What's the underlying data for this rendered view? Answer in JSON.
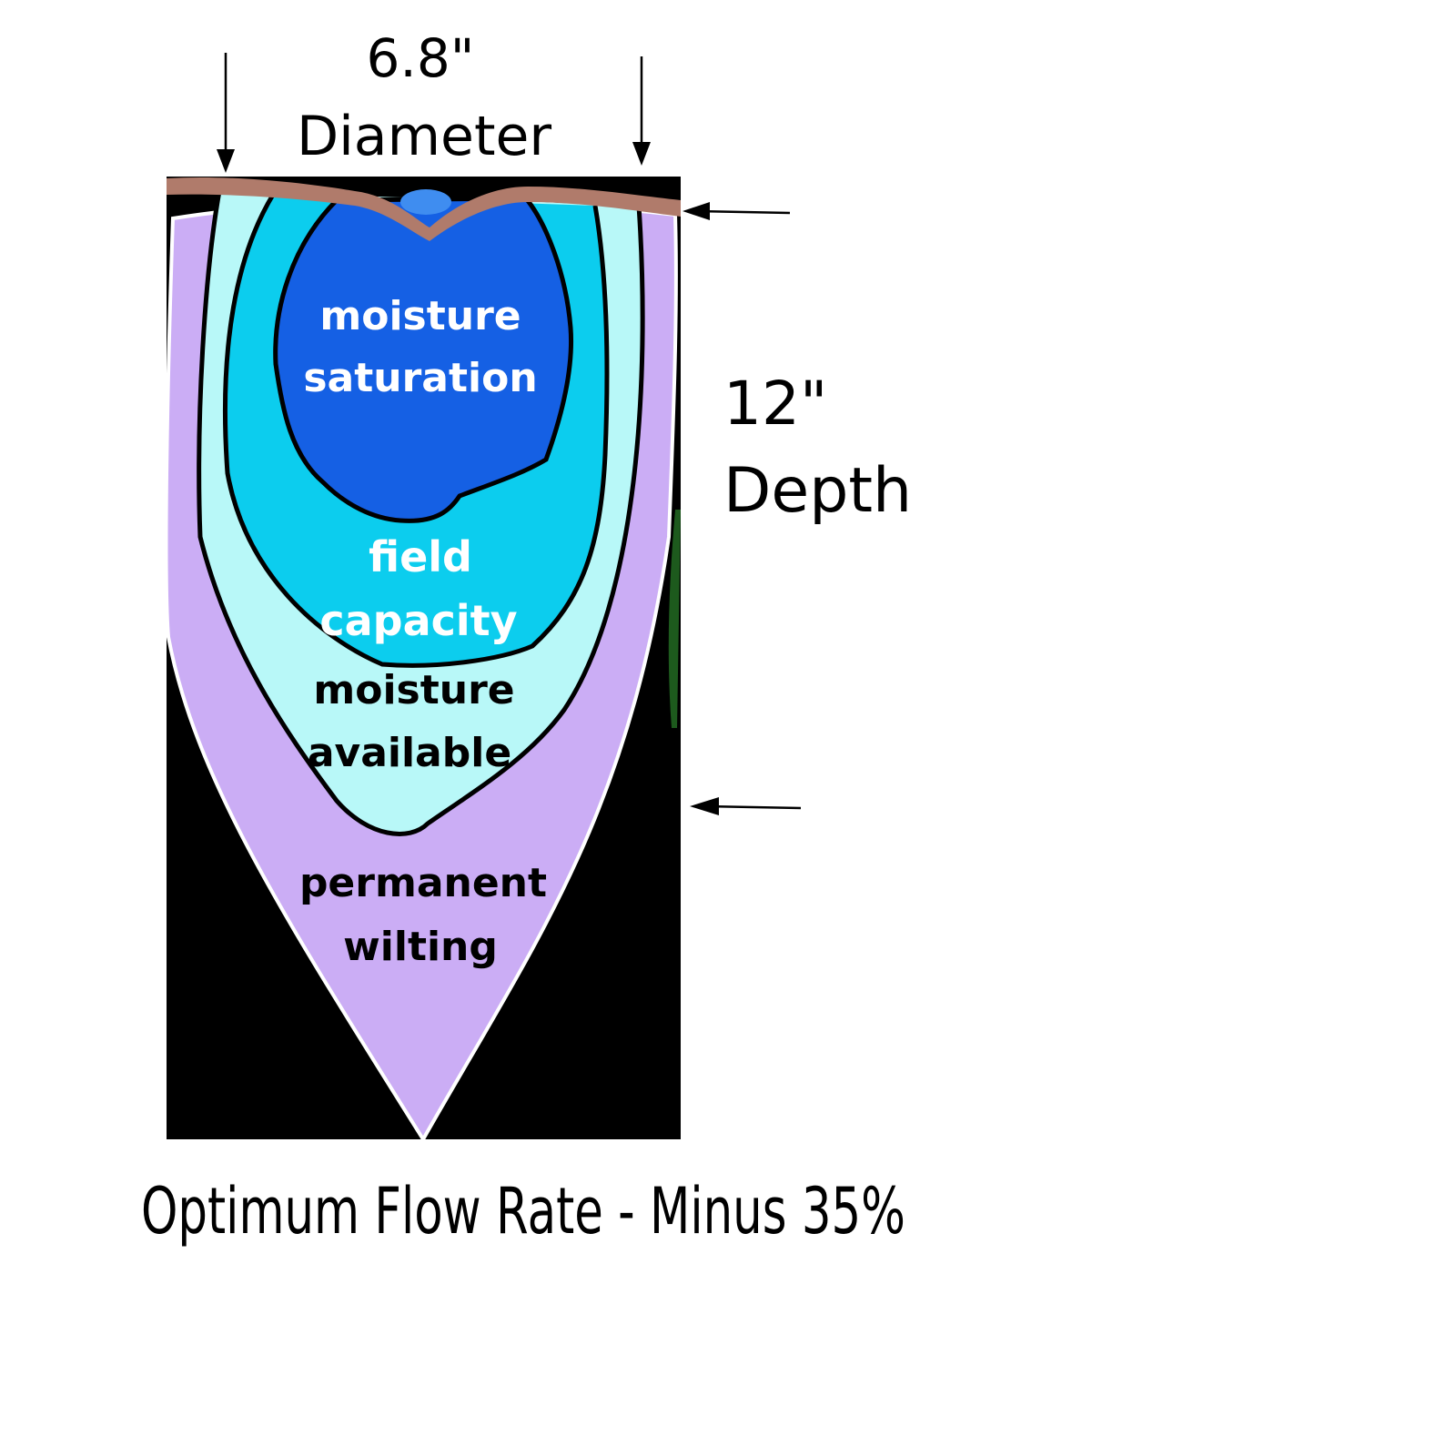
{
  "dimensions": {
    "diameter_value": "6.8\"",
    "diameter_label": "Diameter",
    "depth_value": "12\"",
    "depth_label": "Depth"
  },
  "zones": [
    {
      "line1": "moisture",
      "line2": "saturation",
      "color": "#1560e4"
    },
    {
      "line1": "field",
      "line2": "capacity",
      "color": "#0ccdee"
    },
    {
      "line1": "moisture",
      "line2": "available",
      "color": "#b8f8f8"
    },
    {
      "line1": "permanent",
      "line2": "wilting",
      "color": "#cbadf5"
    }
  ],
  "colors": {
    "background_soil": "#000000",
    "surface": "#b07b6b",
    "surface_water": "#3f8df0"
  },
  "caption": "Optimum Flow Rate - Minus 35%"
}
